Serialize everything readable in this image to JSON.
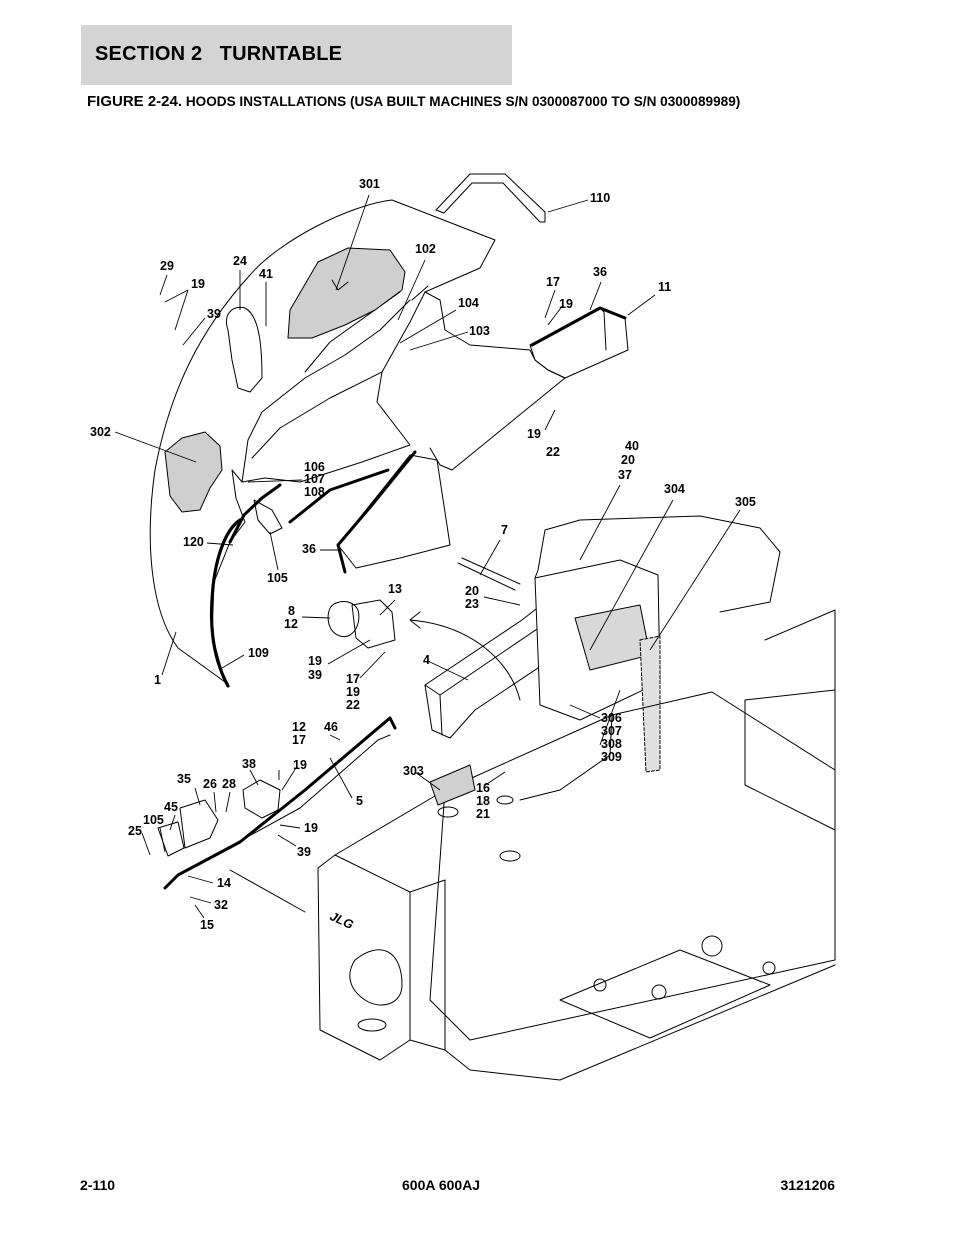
{
  "header": {
    "section": "SECTION 2   TURNTABLE",
    "figure_number": "FIGURE 2-24.",
    "figure_title": "HOODS INSTALLATIONS (USA BUILT MACHINES S/N 0300087000 TO S/N 0300089989)"
  },
  "diagram": {
    "logo_text": "JLG",
    "callouts": [
      {
        "id": "c301",
        "text": "301"
      },
      {
        "id": "c110",
        "text": "110"
      },
      {
        "id": "c102",
        "text": "102"
      },
      {
        "id": "c104",
        "text": "104"
      },
      {
        "id": "c103",
        "text": "103"
      },
      {
        "id": "c29",
        "text": "29"
      },
      {
        "id": "c24",
        "text": "24"
      },
      {
        "id": "c41",
        "text": "41"
      },
      {
        "id": "c19a",
        "text": "19"
      },
      {
        "id": "c39a",
        "text": "39"
      },
      {
        "id": "c17a",
        "text": "17"
      },
      {
        "id": "c36a",
        "text": "36"
      },
      {
        "id": "c11",
        "text": "11"
      },
      {
        "id": "c19b",
        "text": "19"
      },
      {
        "id": "c19c",
        "text": "19"
      },
      {
        "id": "c22a",
        "text": "22"
      },
      {
        "id": "c302",
        "text": "302"
      },
      {
        "id": "c106",
        "text": "106"
      },
      {
        "id": "c107",
        "text": "107"
      },
      {
        "id": "c108",
        "text": "108"
      },
      {
        "id": "c40",
        "text": "40"
      },
      {
        "id": "c20a",
        "text": "20"
      },
      {
        "id": "c37",
        "text": "37"
      },
      {
        "id": "c304",
        "text": "304"
      },
      {
        "id": "c305",
        "text": "305"
      },
      {
        "id": "c120",
        "text": "120"
      },
      {
        "id": "c36b",
        "text": "36"
      },
      {
        "id": "c7",
        "text": "7"
      },
      {
        "id": "c105a",
        "text": "105"
      },
      {
        "id": "c20b",
        "text": "20"
      },
      {
        "id": "c23",
        "text": "23"
      },
      {
        "id": "c13",
        "text": "13"
      },
      {
        "id": "c8",
        "text": "8"
      },
      {
        "id": "c12a",
        "text": "12"
      },
      {
        "id": "c4",
        "text": "4"
      },
      {
        "id": "c109",
        "text": "109"
      },
      {
        "id": "c19d",
        "text": "19"
      },
      {
        "id": "c39b",
        "text": "39"
      },
      {
        "id": "c17b",
        "text": "17"
      },
      {
        "id": "c19e",
        "text": "19"
      },
      {
        "id": "c22b",
        "text": "22"
      },
      {
        "id": "c1",
        "text": "1"
      },
      {
        "id": "c306",
        "text": "306"
      },
      {
        "id": "c307",
        "text": "307"
      },
      {
        "id": "c308",
        "text": "308"
      },
      {
        "id": "c309",
        "text": "309"
      },
      {
        "id": "c12b",
        "text": "12"
      },
      {
        "id": "c46",
        "text": "46"
      },
      {
        "id": "c17c",
        "text": "17"
      },
      {
        "id": "c38",
        "text": "38"
      },
      {
        "id": "c19f",
        "text": "19"
      },
      {
        "id": "c303",
        "text": "303"
      },
      {
        "id": "c16",
        "text": "16"
      },
      {
        "id": "c18",
        "text": "18"
      },
      {
        "id": "c21",
        "text": "21"
      },
      {
        "id": "c35",
        "text": "35"
      },
      {
        "id": "c26",
        "text": "26"
      },
      {
        "id": "c28",
        "text": "28"
      },
      {
        "id": "c5",
        "text": "5"
      },
      {
        "id": "c45",
        "text": "45"
      },
      {
        "id": "c105b",
        "text": "105"
      },
      {
        "id": "c25",
        "text": "25"
      },
      {
        "id": "c19g",
        "text": "19"
      },
      {
        "id": "c39c",
        "text": "39"
      },
      {
        "id": "c14",
        "text": "14"
      },
      {
        "id": "c32",
        "text": "32"
      },
      {
        "id": "c15",
        "text": "15"
      }
    ]
  },
  "footer": {
    "page_number": "2-110",
    "model": "600A 600AJ",
    "doc_number": "3121206"
  }
}
